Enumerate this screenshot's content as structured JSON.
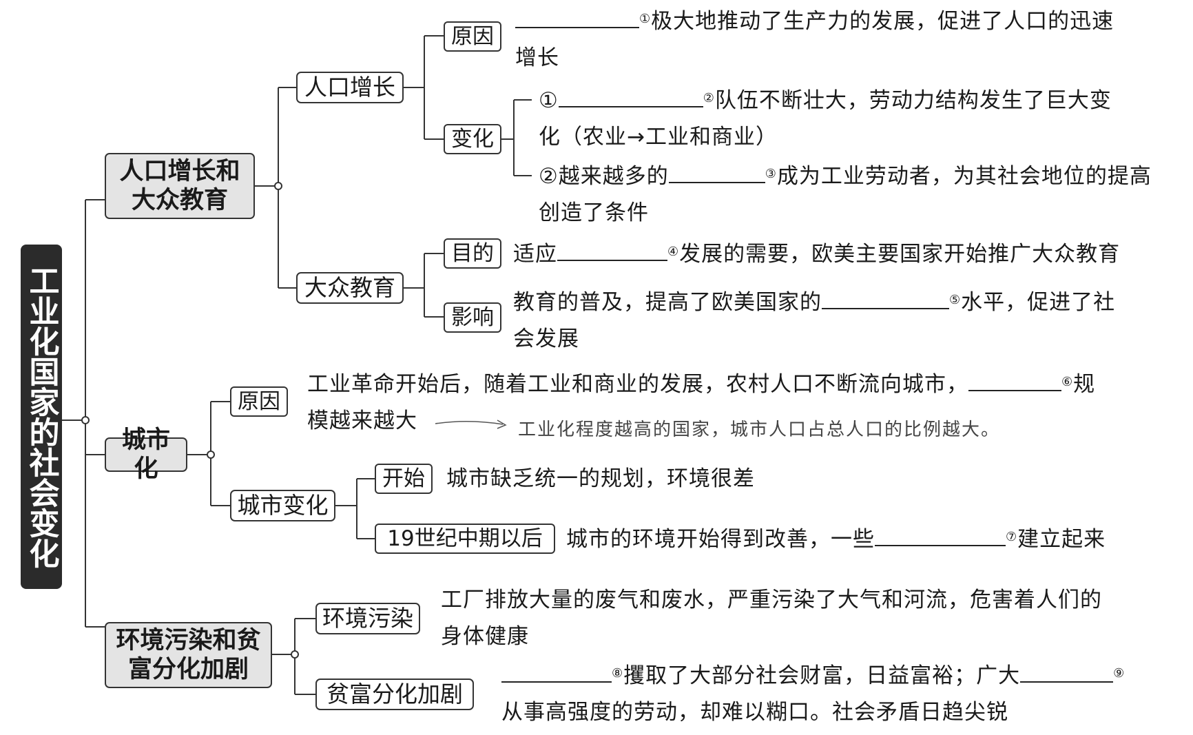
{
  "root": {
    "title": "工业化国家的社会变化"
  },
  "branches": {
    "population": {
      "label": "人口增长和大众教育",
      "growth": {
        "label": "人口增长",
        "cause": {
          "label": "原因",
          "mark": "①",
          "text1": "极大地推动了生产力的发展，促进了人口的迅速",
          "text2": "增长"
        },
        "change": {
          "label": "变化",
          "item1_num": "①",
          "item1_mark": "②",
          "item1_text1": "队伍不断壮大，劳动力结构发生了巨大变",
          "item1_text2": "化（农业→工业和商业）",
          "item2_pre": "②越来越多的",
          "item2_mark": "③",
          "item2_text1": "成为工业劳动者，为其社会地位的提高",
          "item2_text2": "创造了条件"
        }
      },
      "education": {
        "label": "大众教育",
        "purpose": {
          "label": "目的",
          "pre": "适应",
          "mark": "④",
          "text": "发展的需要，欧美主要国家开始推广大众教育"
        },
        "impact": {
          "label": "影响",
          "pre": "教育的普及，提高了欧美国家的",
          "mark": "⑤",
          "text1": "水平，促进了社",
          "text2": "会发展"
        }
      }
    },
    "urban": {
      "label": "城市化",
      "cause": {
        "label": "原因",
        "text1": "工业革命开始后，随着工业和商业的发展，农村人口不断流向城市，",
        "mark": "⑥",
        "tail": "规",
        "text2": "模越来越大",
        "note": "工业化程度越高的国家，城市人口占总人口的比例越大。"
      },
      "change": {
        "label": "城市变化",
        "start": {
          "label": "开始",
          "text": "城市缺乏统一的规划，环境很差"
        },
        "later": {
          "label": "19世纪中期以后",
          "pre": "城市的环境开始得到改善，一些",
          "mark": "⑦",
          "text": "建立起来"
        }
      }
    },
    "pollution": {
      "label": "环境污染和贫富分化加剧",
      "env": {
        "label": "环境污染",
        "text1": "工厂排放大量的废气和废水，严重污染了大气和河流，危害着人们的",
        "text2": "身体健康"
      },
      "wealth": {
        "label": "贫富分化加剧",
        "mark1": "⑧",
        "text1": "攫取了大部分社会财富，日益富裕；广大",
        "mark2": "⑨",
        "text2": "从事高强度的劳动，却难以糊口。社会矛盾日趋尖锐"
      }
    }
  }
}
